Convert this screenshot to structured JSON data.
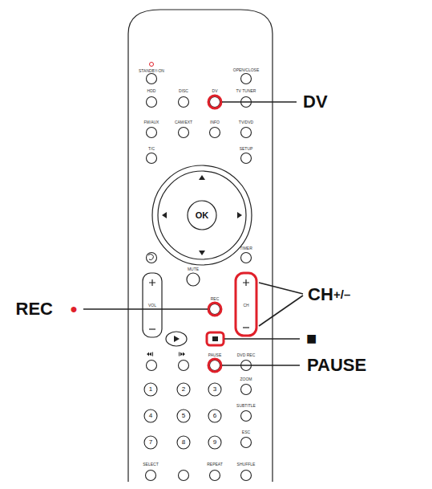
{
  "diagram": {
    "labels": [
      "DV",
      "CH",
      "+/–",
      "REC",
      "●",
      "■",
      "PAUSE",
      "STANDBY-ON",
      "OPEN/CLOSE",
      "HDD",
      "DISC",
      "DV",
      "TV TUNER",
      "FM/AUX",
      "CAM/EXT",
      "INFO",
      "TV/DVD",
      "T/C",
      "SETUP",
      "OK",
      "TIMER",
      "MUTE",
      "VOL",
      "CH",
      "REC",
      "PAUSE",
      "DVD REC",
      "ZOOM",
      "1",
      "2",
      "3",
      "4",
      "5",
      "6",
      "7",
      "8",
      "9",
      "SUBTITLE",
      "ESC",
      "SELECT",
      "REPEAT",
      "SHUFFLE"
    ]
  }
}
